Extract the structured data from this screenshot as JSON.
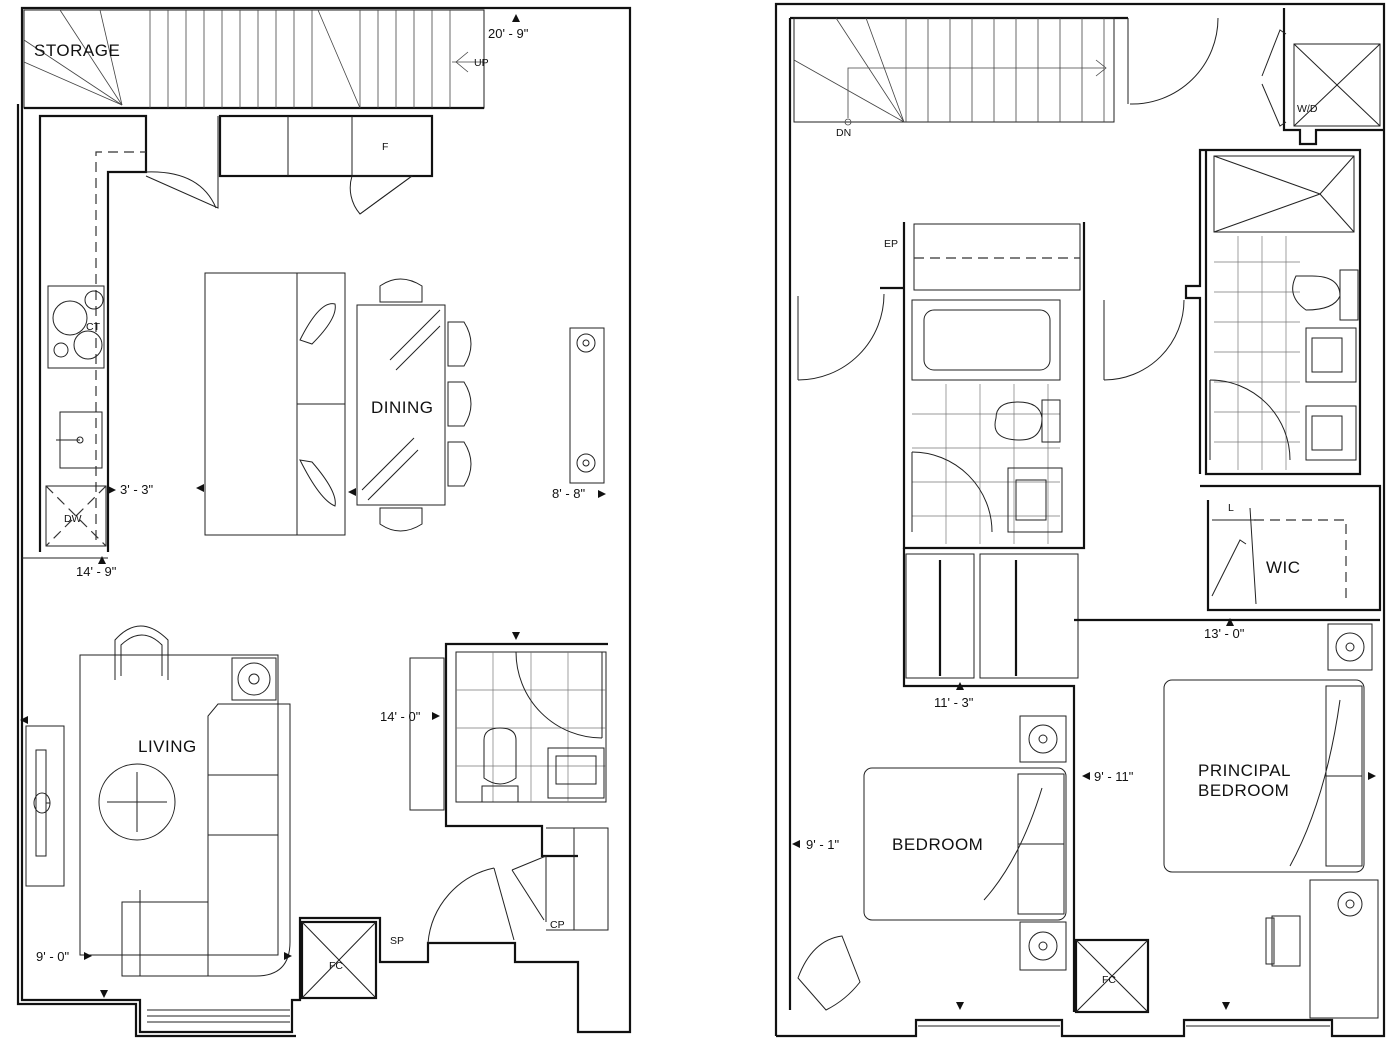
{
  "rooms": {
    "storage": "STORAGE",
    "dining": "DINING",
    "living": "LIVING",
    "bedroom": "BEDROOM",
    "principal_line1": "PRINCIPAL",
    "principal_line2": "BEDROOM",
    "wic": "WIC"
  },
  "dimensions": {
    "storage_width": "20' - 9\"",
    "kitchen_aisle": "3' - 3\"",
    "kitchen_length": "14' - 9\"",
    "dining_width": "8' - 8\"",
    "powder_room": "14' - 0\"",
    "living_width": "9' - 0\"",
    "upper_hall": "11' - 3\"",
    "wic_depth": "13' - 0\"",
    "hall_width": "9' - 11\"",
    "bedroom_width": "9' - 1\""
  },
  "tags": {
    "up": "UP",
    "fridge": "F",
    "cooktop": "CT",
    "dishwasher": "DW",
    "fan_coil_lower": "FC",
    "sprinkler": "SP",
    "closet_panel": "CP",
    "down": "DN",
    "washer_dryer": "W/D",
    "electrical_panel": "EP",
    "linen": "L",
    "fan_coil_upper": "FC"
  }
}
